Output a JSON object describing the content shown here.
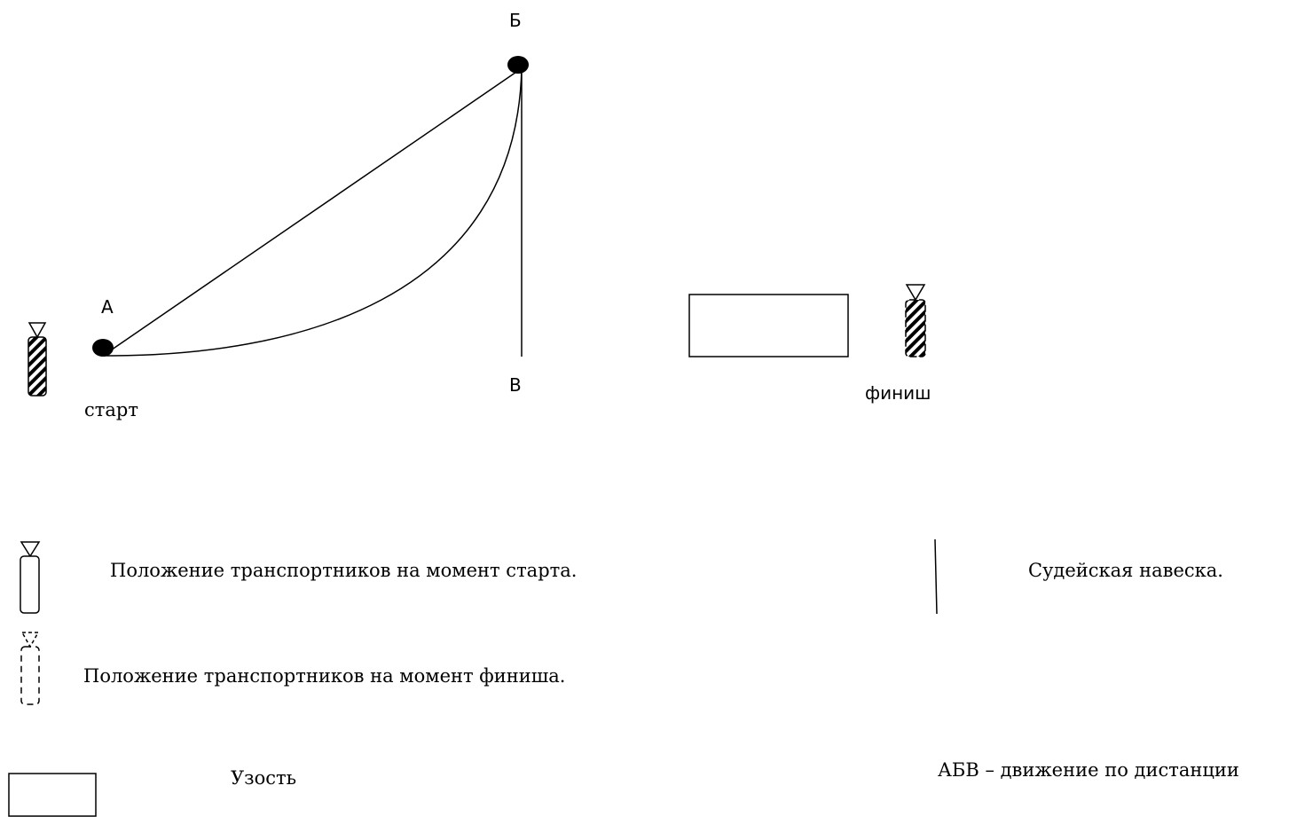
{
  "points": {
    "a": "А",
    "b": "Б",
    "v": "В"
  },
  "labels": {
    "start": "старт",
    "finish": "финиш"
  },
  "legend": {
    "start_position": "Положение транспортников на момент старта.",
    "finish_position": "Положение транспортников на момент финиша.",
    "narrowing": "Узость",
    "judge_rope": "Судейская навеска.",
    "route": "АБВ – движение по дистанции"
  }
}
